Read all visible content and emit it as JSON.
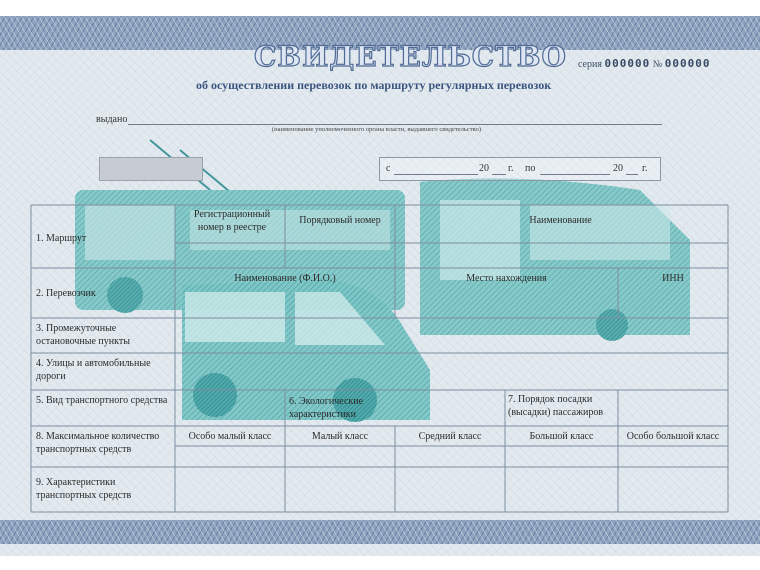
{
  "header": {
    "title": "СВИДЕТЕЛЬСТВО",
    "subtitle": "об осуществлении перевозок по маршруту регулярных перевозок",
    "series_label": "серия",
    "series_number": "000000",
    "number_label": "№",
    "number_value": "000000"
  },
  "issued": {
    "label": "выдано",
    "note": "(наименование уполномоченного органа власти, выдавшего свидетельство)"
  },
  "validity": {
    "from": "с",
    "year1": "20",
    "g1": "г.",
    "to": "по",
    "year2": "20",
    "g2": "г."
  },
  "table": {
    "row1_label": "1. Маршрут",
    "row1_col_reg": "Регистрационный номер в реестре",
    "row1_col_seq": "Порядковый номер",
    "row1_col_name": "Наименование",
    "row2_label": "2. Перевозчик",
    "row2_col_name": "Наименование (Ф.И.О.)",
    "row2_col_loc": "Место нахождения",
    "row2_col_inn": "ИНН",
    "row3_label": "3. Промежуточные остановочные пункты",
    "row4_label": "4. Улицы и автомобильные дороги",
    "row5_label": "5. Вид транспортного средства",
    "row5_col_eco": "6. Экологические характеристики",
    "row5_col_order": "7. Порядок посадки (высадки) пассажиров",
    "row8_label": "8. Максимальное количество транспортных средств",
    "classes": [
      "Особо малый класс",
      "Малый класс",
      "Средний класс",
      "Большой класс",
      "Особо большой класс"
    ],
    "row9_label": "9. Характеристики транспортных средств"
  }
}
